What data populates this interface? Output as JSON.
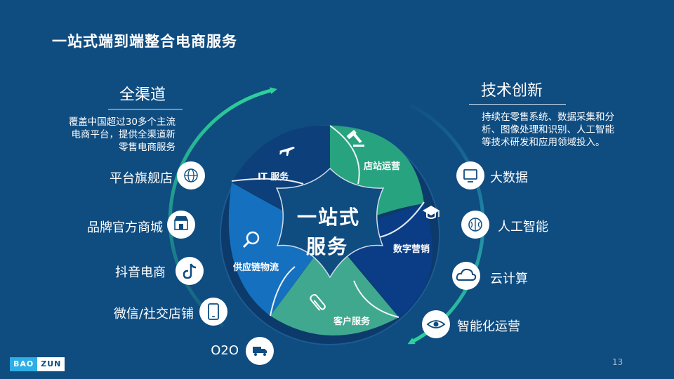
{
  "title": "一站式端到端整合电商服务",
  "left_section": {
    "title": "全渠道",
    "description_lines": [
      "覆盖中国超过30多个主流",
      "电商平台，提供全渠道新",
      "零售电商服务"
    ],
    "items": [
      {
        "label": "平台旗舰店",
        "icon": "globe-icon"
      },
      {
        "label": "品牌官方商城",
        "icon": "storefront-icon"
      },
      {
        "label": "抖音电商",
        "icon": "tiktok-icon"
      },
      {
        "label": "微信/社交店铺",
        "icon": "smartphone-icon"
      },
      {
        "label": "O2O",
        "icon": "delivery-truck-icon"
      }
    ]
  },
  "right_section": {
    "title": "技术创新",
    "description_lines": [
      "持续在零售系统、数据采集和分",
      "析、图像处理和识别、人工智能",
      "等技术研发和应用领域投入。"
    ],
    "items": [
      {
        "label": "大数据",
        "icon": "monitor-icon"
      },
      {
        "label": "人工智能",
        "icon": "brain-icon"
      },
      {
        "label": "云计算",
        "icon": "cloud-icon"
      },
      {
        "label": "智能化运营",
        "icon": "eye-icon"
      }
    ]
  },
  "center": {
    "title_line1": "一站式",
    "title_line2": "服务",
    "segments": [
      {
        "label": "IT 服务",
        "icon": "airplane-icon",
        "color": "#0d3f7a"
      },
      {
        "label": "店站运营",
        "icon": "gavel-icon",
        "color": "#28a37f"
      },
      {
        "label": "数字营销",
        "icon": "graduation-cap-icon",
        "color": "#0a3d86"
      },
      {
        "label": "客户服务",
        "icon": "paperclip-icon",
        "color": "#3fa88f"
      },
      {
        "label": "供应链物流",
        "icon": "magnifier-icon",
        "color": "#1570c0"
      }
    ]
  },
  "footer": {
    "logo_left": "BAO",
    "logo_right": "ZUN",
    "page_number": "13"
  },
  "colors": {
    "background": "#0f4c80",
    "arc_green": "#2fd19a",
    "accent_blue": "#2eaee6"
  }
}
